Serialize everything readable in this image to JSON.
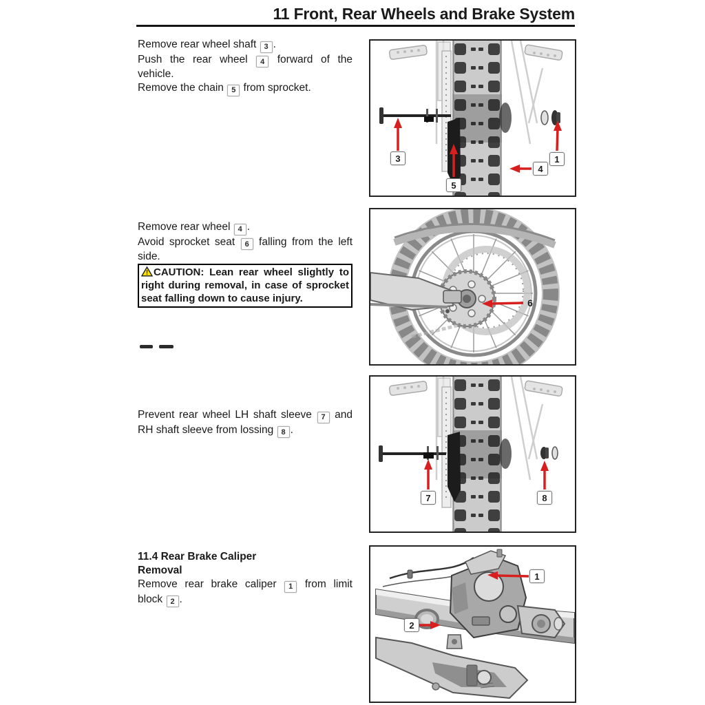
{
  "header": {
    "title": "11 Front, Rear Wheels and Brake System"
  },
  "colors": {
    "arrow_red": "#d81f1f",
    "caution_yellow": "#ffe400",
    "frame_border": "#222222"
  },
  "blocks": {
    "b1": {
      "line1_pre": "Remove rear wheel shaft ",
      "line1_ref": "3",
      "line1_post": ".",
      "line2_pre": "Push the rear wheel ",
      "line2_ref": "4",
      "line2_post": " forward of the vehicle.",
      "line3_pre": "Remove the chain ",
      "line3_ref": "5",
      "line3_post": " from sprocket."
    },
    "b2": {
      "line1_pre": "Remove rear wheel ",
      "line1_ref": "4",
      "line1_post": ".",
      "line2_pre": "Avoid sprocket seat ",
      "line2_ref": "6",
      "line2_post": " falling from the left side.",
      "caution": {
        "icon": "!",
        "label": "CAUTION:",
        "text": " Lean rear wheel slightly to right during removal, in case of sprocket seat falling down to cause injury."
      }
    },
    "b3": {
      "line1_pre": "Prevent rear wheel LH shaft sleeve ",
      "line1_ref": "7",
      "line1_mid": " and RH shaft sleeve from lossing ",
      "line2_ref": "8",
      "line1_post": "."
    },
    "b4": {
      "heading": "11.4 Rear Brake Caliper",
      "subheading": "Removal",
      "line1_pre": "Remove rear brake caliper ",
      "line1_ref": "1",
      "line1_mid": " from limit block ",
      "line2_ref": "2",
      "line1_post": "."
    }
  },
  "figures": {
    "fig1": {
      "callouts": {
        "c3": "3",
        "c5": "5",
        "c4": "4",
        "c1": "1"
      }
    },
    "fig2": {
      "callouts": {
        "c6": "6"
      }
    },
    "fig3": {
      "callouts": {
        "c7": "7",
        "c8": "8"
      }
    },
    "fig4": {
      "callouts": {
        "c1": "1",
        "c2": "2"
      }
    }
  }
}
